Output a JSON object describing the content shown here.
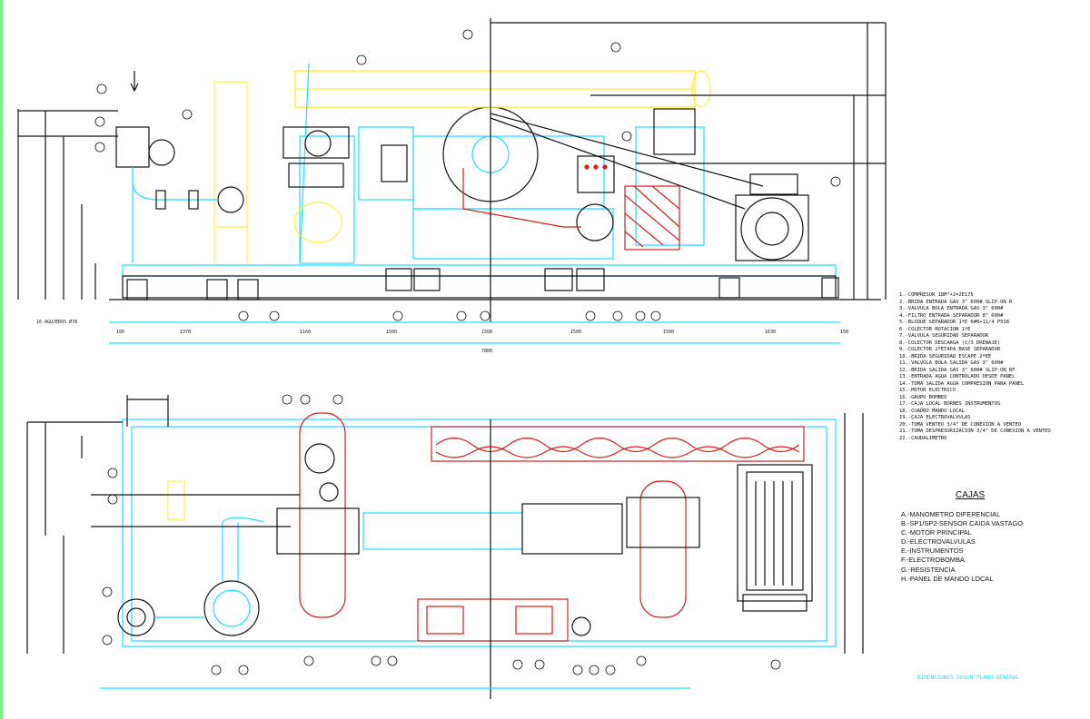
{
  "colors": {
    "cyan": "#19e0ff",
    "black": "#111111",
    "yellow": "#ffef3a",
    "red": "#e01a1a",
    "green_margin": "#7bf27b"
  },
  "top_view": {
    "anchor_note": "16 AGUJEROS Ø78",
    "dimension_labels": [
      "100",
      "1370",
      "1160",
      "1500",
      "1500",
      "1500",
      "1500",
      "1630",
      "150",
      "7800"
    ],
    "total_width_label": "7800"
  },
  "legend_items": [
    "1.-COMPRESOR 18M³+2=2E175",
    "2.-BRIDA ENTRADA GAS 3\" 600# SLIP-ON R",
    "3.-VALVULA BOLA ENTRADA GAS 3\" 600#",
    "4.-FILTRO ENTRADA SEPARADOR 8\" 600#",
    "5.-BLOQUE SEPARADOR 1ªE 6#0+11/4 P5S8",
    "6.-COLECTOR ROTACION 1ªE",
    "7.-VALVULA SEGURIDAD SEPARADOR",
    "8.-COLECTOR DESCARGA (C/3 DRENAJE)",
    "9.-COLECTOR 2ªETAPA BASE SEPARADOR",
    "10.-BRIDA SEGURIDAD ESCAPE 2ªEE",
    "11.-VALVULA BOLA SALIDA GAS 3\" 600#",
    "12.-BRIDA SALIDA GAS 3\" 600# SLIP-ON RF",
    "13.-ENTRADA AGUA CONTROLADO DESDE PANEL",
    "14.-TOMA SALIDA AGUA COMPRESION PARA PANEL",
    "15.-MOTOR ELECTRICO",
    "16.-GRUPO BOMBEO",
    "17.-CAJA LOCAL BORNES INSTRUMENTOS",
    "18.-CUADRO MANDO LOCAL",
    "19.-CAJA ELECTROVALVULAS",
    "20.-TOMA VENTEO 3/4\" DE CONEXION A VENTEO",
    "21.-TOMA DESPRESURIZACION 3/4\" DE CONEXION A VENTEO",
    "22.-CAUDALIMETRO"
  ],
  "cajas": {
    "title": "CAJAS",
    "items": [
      "A.-MANOMETRO DIFERENCIAL",
      "B.-SP1/SP2-SENSOR CAIDA VASTAGO",
      "C.-MOTOR PRINCIPAL",
      "D.-ELECTROVALVULAS",
      "E.-INSTRUMENTOS",
      "F.-ELECTROBOMBA",
      "G.-RESISTENCIA",
      "H.-PANEL DE MANDO LOCAL"
    ]
  },
  "footnote": "DIMENSIONES SEGUN PLANO GENERAL"
}
